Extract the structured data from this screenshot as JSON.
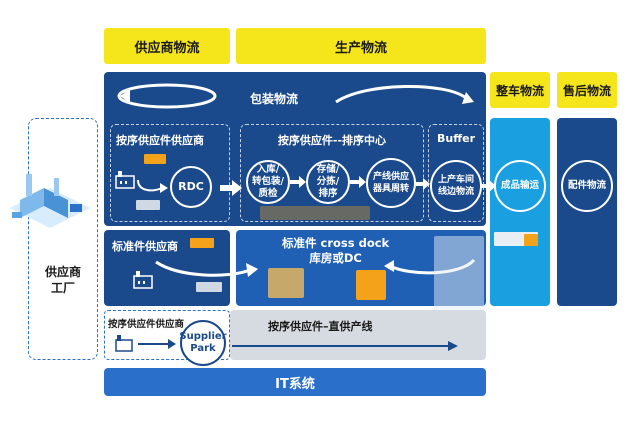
{
  "headers": {
    "supplier_logistics": "供应商物流",
    "production_logistics": "生产物流",
    "vehicle_logistics": "整车物流",
    "aftersales_logistics": "售后物流"
  },
  "factory": {
    "label": "供应商\n工厂"
  },
  "packaging": {
    "label": "包装物流"
  },
  "row1": {
    "jis_supplier": "按序供应件供应商",
    "rdc": "RDC",
    "sequencing_center": "按序供应件--排序中心",
    "step1": "入库/\n转包装/\n质检",
    "step2": "存储/\n分拣/\n排序",
    "step3": "产线供应\n器具周转",
    "buffer": "Buffer",
    "step4": "上产车间\n线边物流"
  },
  "row2": {
    "std_supplier": "标准件供应商",
    "cross_dock": "标准件 cross dock\n库房或DC"
  },
  "row3": {
    "jis_supplier": "按序供应件供应商",
    "supplier_park": "Supplier\nPark",
    "direct_line": "按序供应件–直供产线"
  },
  "vehicle": {
    "label": "成品输运"
  },
  "aftersales": {
    "label": "配件物流"
  },
  "footer": {
    "label": "IT系统"
  },
  "colors": {
    "navy": "#1a4a8c",
    "blue": "#1f60b5",
    "yellow": "#f5e51b",
    "cyan": "#1a9fe0",
    "gray": "#d6dbe1"
  }
}
